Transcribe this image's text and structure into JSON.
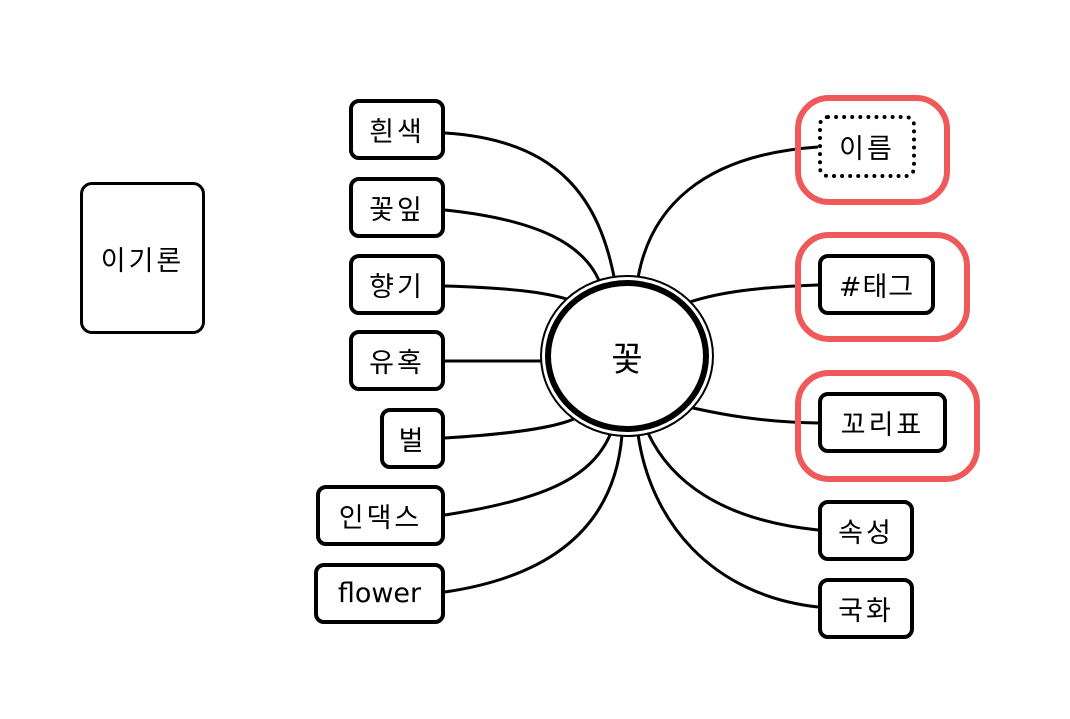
{
  "side_card": {
    "label": "이기론"
  },
  "center": {
    "label": "꽃"
  },
  "left_nodes": [
    {
      "label": "흰색"
    },
    {
      "label": "꽃잎"
    },
    {
      "label": "향기"
    },
    {
      "label": "유혹"
    },
    {
      "label": "벌"
    },
    {
      "label": "인댁스"
    },
    {
      "label": "flower"
    }
  ],
  "right_nodes": [
    {
      "label": "이름",
      "highlighted": true,
      "dotted": true
    },
    {
      "label": "#태그",
      "highlighted": true
    },
    {
      "label": "꼬리표",
      "highlighted": true
    },
    {
      "label": "속성"
    },
    {
      "label": "국화"
    }
  ],
  "colors": {
    "highlight": "#ef5959",
    "line": "#000000"
  }
}
